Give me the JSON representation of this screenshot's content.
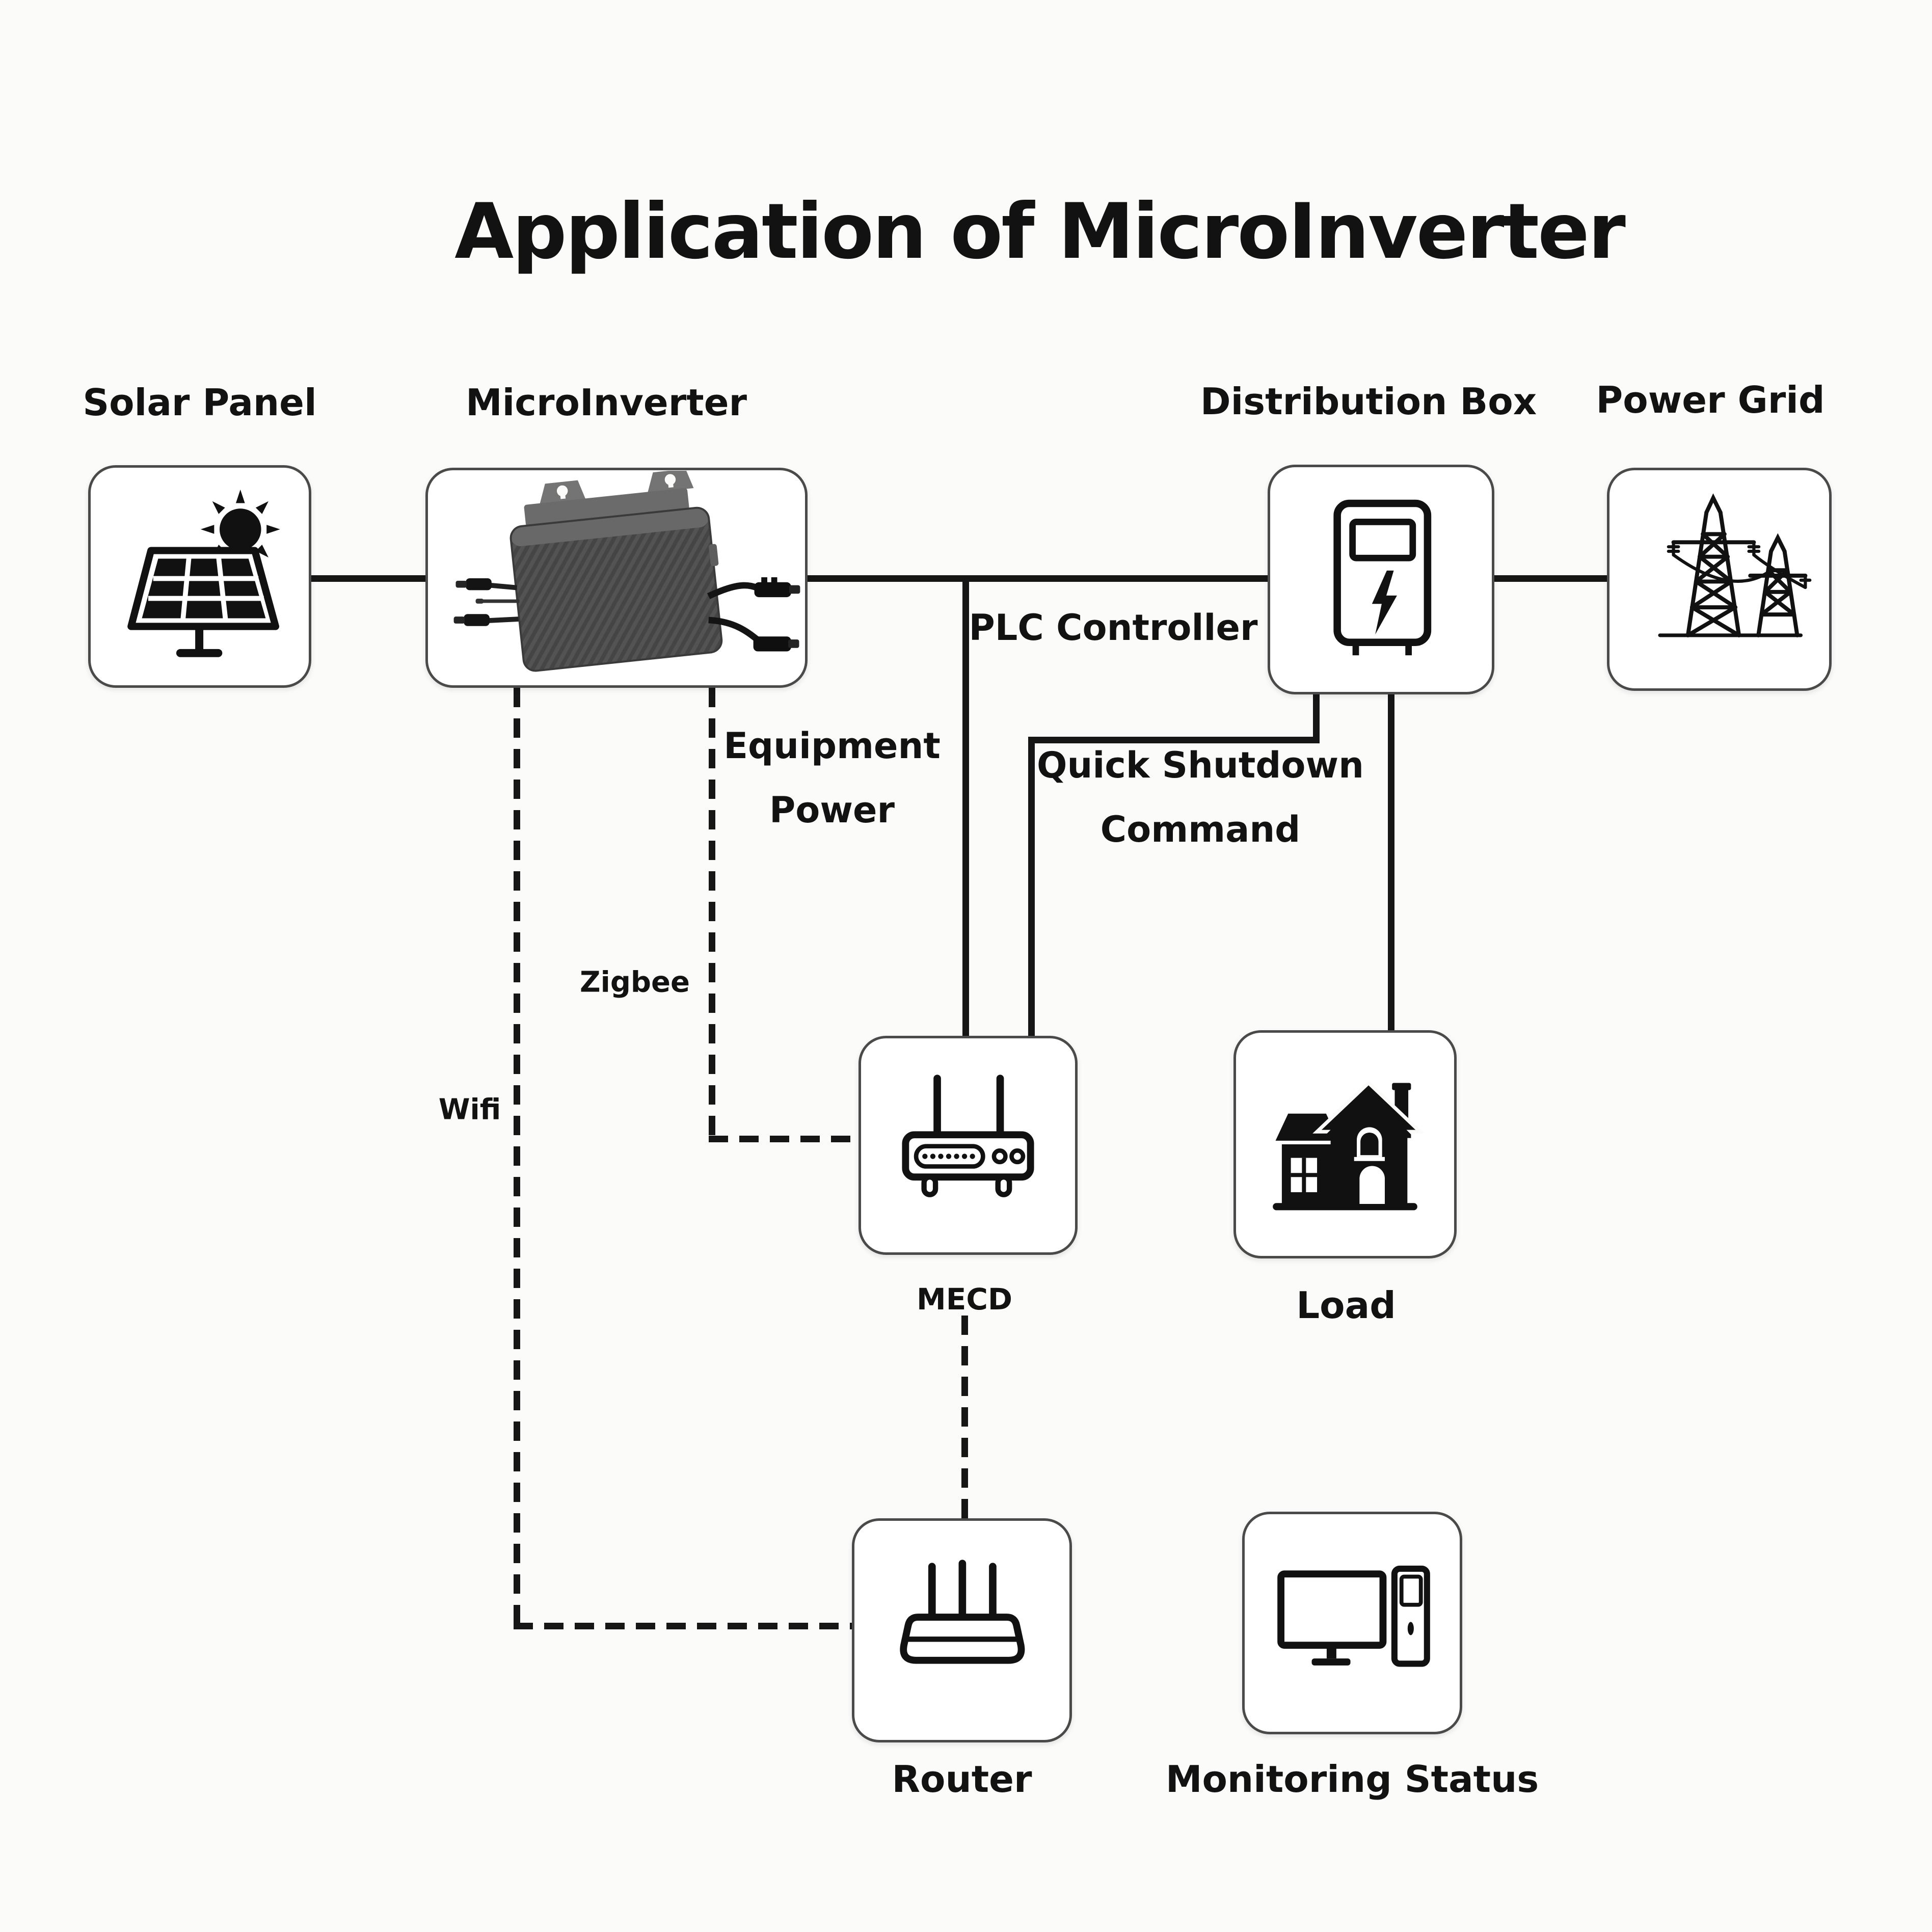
{
  "title": "Application of MicroInverter",
  "nodes": {
    "solar_panel": {
      "label": "Solar Panel",
      "icon": "solar-panel-icon"
    },
    "micro_inverter": {
      "label": "MicroInverter",
      "icon": "microinverter-icon"
    },
    "distribution_box": {
      "label": "Distribution Box",
      "icon": "distribution-box-icon"
    },
    "power_grid": {
      "label": "Power Grid",
      "icon": "power-grid-icon"
    },
    "mecd": {
      "label": "MECD",
      "icon": "wifi-router-icon"
    },
    "load": {
      "label": "Load",
      "icon": "house-load-icon"
    },
    "router": {
      "label": "Router",
      "icon": "router-icon"
    },
    "monitoring_status": {
      "label": "Monitoring Status",
      "icon": "monitor-pc-icon"
    }
  },
  "connections": {
    "plc_controller": "PLC Controller",
    "equipment_power": "Equipment\nPower",
    "quick_shutdown": "Quick Shutdown\nCommand",
    "zigbee": "Zigbee",
    "wifi": "Wifi"
  },
  "colors": {
    "background": "#fbfbfa",
    "box_fill": "#ffffff",
    "box_border": "#4a4a4a",
    "line": "#161616",
    "text": "#121212"
  }
}
